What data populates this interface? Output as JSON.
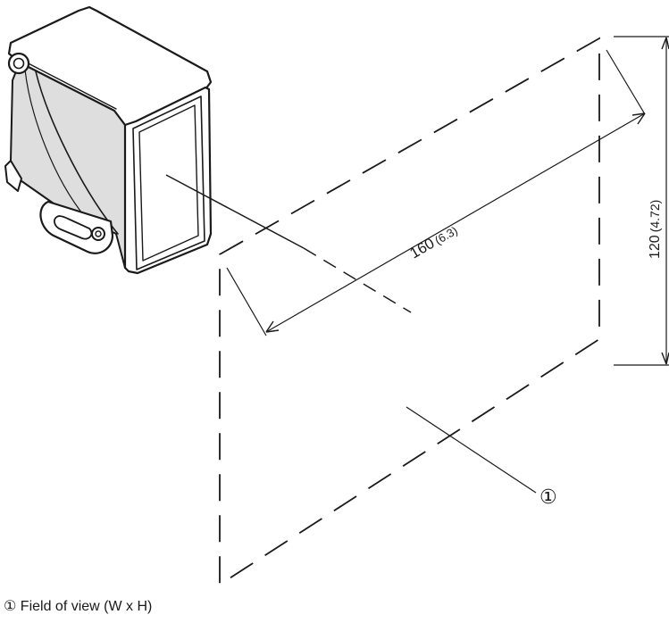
{
  "dimensions": {
    "width_value": "160",
    "width_inch": "(6.3)",
    "height_value": "120",
    "height_inch": "(4.72)"
  },
  "callout": {
    "marker": "①"
  },
  "caption": {
    "text": "① Field of view (W x H)"
  },
  "colors": {
    "line": "#1a1a1a",
    "housing_fill": "#ffffff",
    "housing_shade": "#d9d9d9"
  }
}
